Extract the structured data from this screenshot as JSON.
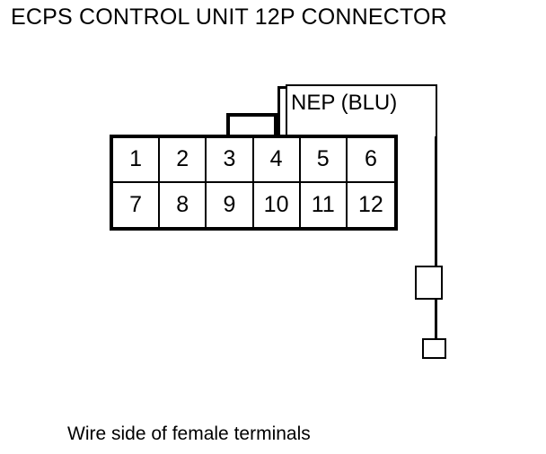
{
  "title": "ECPS CONTROL UNIT 12P CONNECTOR",
  "caption": "Wire side of female terminals",
  "colors": {
    "ink": "#000000",
    "background": "#ffffff"
  },
  "connector": {
    "pin_count": 12,
    "rows": 2,
    "columns": 6,
    "pins_top_row": [
      "1",
      "2",
      "3",
      "4",
      "5",
      "6"
    ],
    "pins_bottom_row": [
      "7",
      "8",
      "9",
      "10",
      "11",
      "12"
    ]
  },
  "callout": {
    "label": "NEP (BLU)",
    "wire_color_code": "BLU",
    "signal_name": "NEP",
    "target_pin": "4"
  }
}
